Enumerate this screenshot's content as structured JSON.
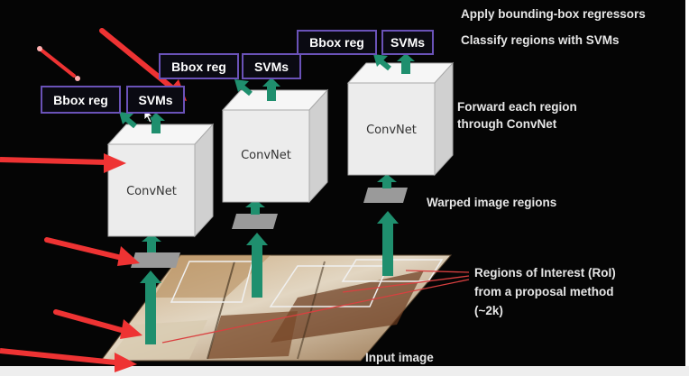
{
  "annotations": {
    "apply_regressors": "Apply bounding-box regressors",
    "classify_regions": "Classify regions with SVMs",
    "forward_line1": "Forward each region",
    "forward_line2": "through ConvNet",
    "warped": "Warped image regions",
    "roi_line1": "Regions of Interest (RoI)",
    "roi_line2": "from a proposal method",
    "roi_line3": "(~2k)",
    "input": "Input image"
  },
  "branches": [
    {
      "bbox": "Bbox reg",
      "svm": "SVMs",
      "net": "ConvNet"
    },
    {
      "bbox": "Bbox reg",
      "svm": "SVMs",
      "net": "ConvNet"
    },
    {
      "bbox": "Bbox reg",
      "svm": "SVMs",
      "net": "ConvNet"
    }
  ],
  "colors": {
    "background": "#050505",
    "arrow_green": "#1f8f6e",
    "box_border": "#6a52b8",
    "cube_front": "#ececec",
    "red_markup": "#ee3333"
  }
}
